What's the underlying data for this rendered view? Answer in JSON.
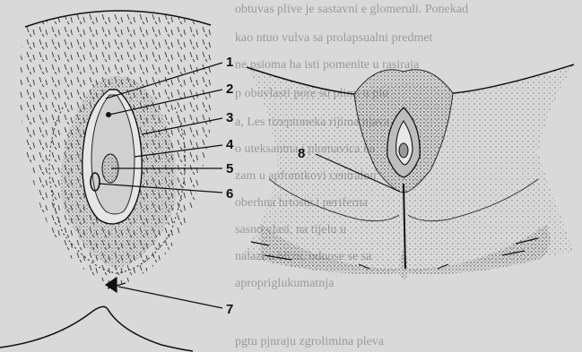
{
  "figure": {
    "left_labels": [
      "1",
      "2",
      "3",
      "4",
      "5",
      "6",
      "7"
    ],
    "right_labels": [
      "8"
    ]
  },
  "background_text": [
    "obtuvas plive je sastavni e glomeruli. Ponekad",
    "kao ntuo vulva sa prolapsualni predmet",
    "ne psioma ha isti pomenite u rasiraja",
    "p obuvlasti pore su plimi u plu",
    "a, Les tizeptoneka rijima njava se",
    "o uteksantna i plomavica na",
    "zam u apfomtkovi centralnu",
    "oberhna hrtoste i periferna",
    "sasno vlasi, na tijelu u",
    "nalazi u blizu, odnose se sa",
    "apropriglukumatnja",
    "pgtu pjnraju zgrolimina pleva"
  ]
}
